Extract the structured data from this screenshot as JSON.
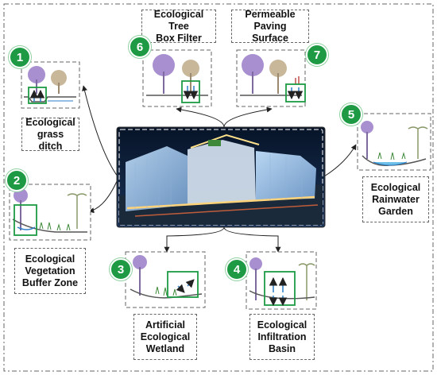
{
  "colors": {
    "badge": "#1e9a44",
    "tree_purple": "#a88fd0",
    "tree_tan": "#c9b79a",
    "water_blue": "#2a7ec8",
    "highlight_green": "#1e9a44",
    "frame_dash": "#666666",
    "night_sky": "#0b1f3a"
  },
  "center": {
    "image": "illuminated mixed-use commercial complex at night"
  },
  "facilities": [
    {
      "number": "1",
      "label": "Ecological\ngrass ditch",
      "icon": "grass-ditch-illustration"
    },
    {
      "number": "2",
      "label": "Ecological\nVegetation\nBuffer Zone",
      "icon": "buffer-zone-illustration"
    },
    {
      "number": "3",
      "label": "Artificial\nEcological\nWetland",
      "icon": "wetland-illustration"
    },
    {
      "number": "4",
      "label": "Ecological\nInfiltration\nBasin",
      "icon": "infiltration-basin-illustration"
    },
    {
      "number": "5",
      "label": "Ecological\nRainwater\nGarden",
      "icon": "rain-garden-illustration"
    },
    {
      "number": "6",
      "label": "Ecological Tree\nBox Filter",
      "icon": "tree-box-filter-illustration"
    },
    {
      "number": "7",
      "label": "Permeable\nPaving Surface",
      "icon": "permeable-paving-illustration"
    }
  ]
}
